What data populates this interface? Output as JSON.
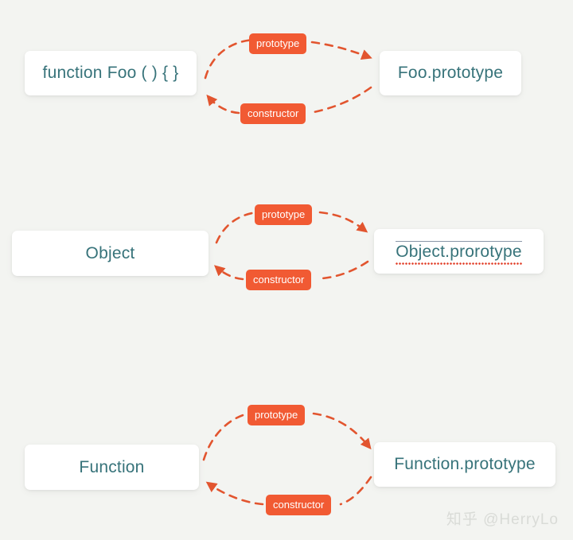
{
  "meta": {
    "background_color": "#f3f4f1",
    "accent_color": "#f15a33",
    "node_text_color": "#37737a",
    "arrow_color": "#e2552f",
    "watermark_color": "#d9dbd7"
  },
  "watermark": {
    "text": "知乎 @HerryLo"
  },
  "rows": [
    {
      "id": "foo",
      "left_node": {
        "label": "function Foo ( ) { }",
        "misspelled": false
      },
      "right_node": {
        "label": "Foo.prototype",
        "misspelled": false
      },
      "top_edge": {
        "label": "prototype",
        "direction": "left-to-right"
      },
      "bottom_edge": {
        "label": "constructor",
        "direction": "right-to-left"
      }
    },
    {
      "id": "object",
      "left_node": {
        "label": "Object",
        "misspelled": false
      },
      "right_node": {
        "label": "Object.prorotype",
        "misspelled": true
      },
      "top_edge": {
        "label": "prototype",
        "direction": "left-to-right"
      },
      "bottom_edge": {
        "label": "constructor",
        "direction": "right-to-left"
      }
    },
    {
      "id": "function",
      "left_node": {
        "label": "Function",
        "misspelled": false
      },
      "right_node": {
        "label": "Function.prototype",
        "misspelled": false
      },
      "top_edge": {
        "label": "prototype",
        "direction": "left-to-right"
      },
      "bottom_edge": {
        "label": "constructor",
        "direction": "right-to-left"
      }
    }
  ]
}
